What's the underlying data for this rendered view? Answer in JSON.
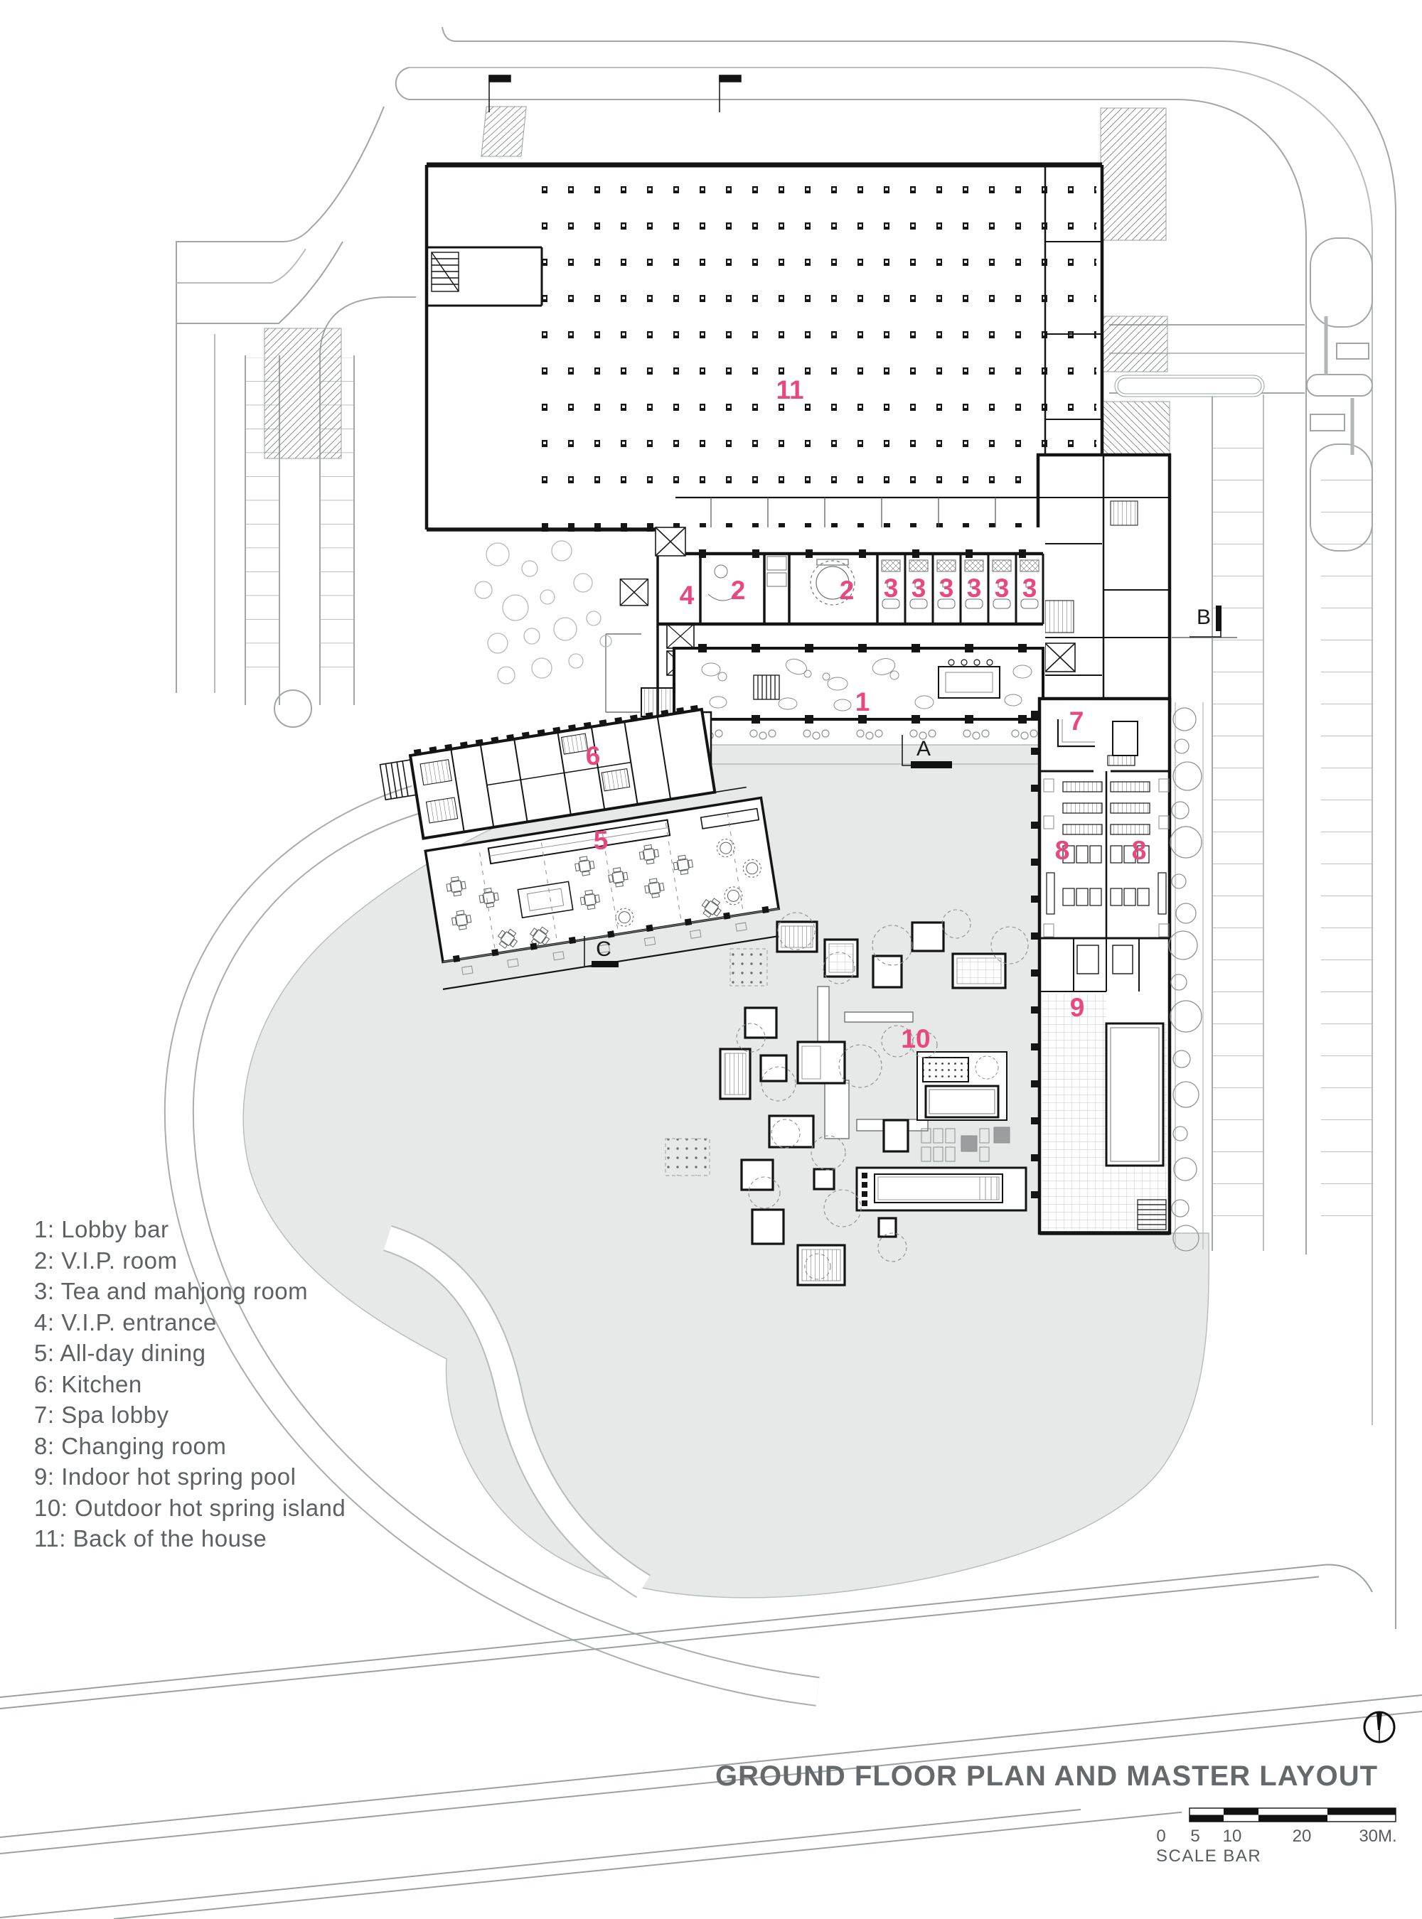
{
  "plan": {
    "accent_color": "#e8487f",
    "markers": [
      {
        "text": "11"
      },
      {
        "text": "4"
      },
      {
        "text": "2"
      },
      {
        "text": "2"
      },
      {
        "text": "3"
      },
      {
        "text": "3"
      },
      {
        "text": "3"
      },
      {
        "text": "3"
      },
      {
        "text": "3"
      },
      {
        "text": "3"
      },
      {
        "text": "1"
      },
      {
        "text": "6"
      },
      {
        "text": "5"
      },
      {
        "text": "7"
      },
      {
        "text": "8"
      },
      {
        "text": "8"
      },
      {
        "text": "9"
      },
      {
        "text": "10"
      }
    ],
    "sections": [
      {
        "text": "A"
      },
      {
        "text": "B"
      },
      {
        "text": "C"
      }
    ]
  },
  "legend": {
    "items": [
      "1: Lobby bar",
      "2: V.I.P. room",
      "3: Tea and mahjong room",
      "4: V.I.P. entrance",
      "5: All-day dining",
      "6: Kitchen",
      "7: Spa lobby",
      "8: Changing room",
      "9: Indoor hot spring pool",
      "10: Outdoor hot spring island",
      "11: Back of the house"
    ]
  },
  "footer": {
    "title": "GROUND FLOOR PLAN AND MASTER LAYOUT",
    "scale_bar": {
      "ticks": [
        "0",
        "5",
        "10",
        "20",
        "30M."
      ],
      "caption": "SCALE BAR"
    },
    "north_arrow_icon": "north-arrow"
  }
}
